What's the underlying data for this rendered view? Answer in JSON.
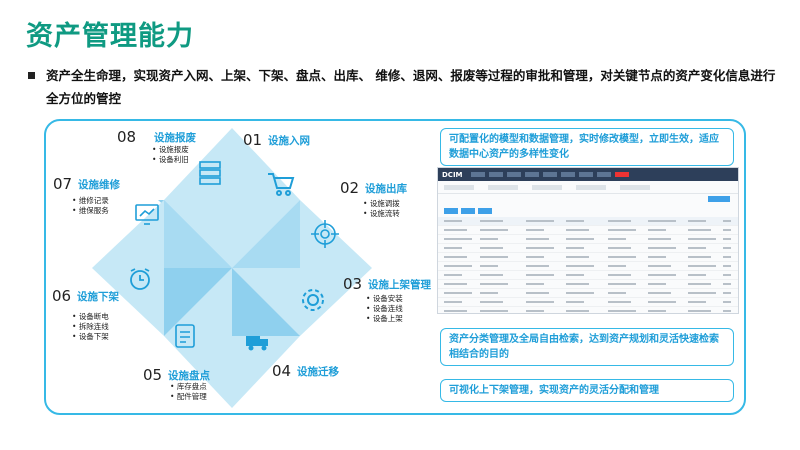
{
  "title": "资产管理能力",
  "intro": "资产全生命理，实现资产入网、上架、下架、盘点、出库、 维修、退网、报废等过程的审批和管理，对关键节点的资产变化信息进行全方位的管控",
  "colors": {
    "title": "#0f9a82",
    "accent": "#1f9ed8",
    "border": "#36b9e6",
    "tri_light": "#c6e8f6",
    "tri_dark": "#8fd0ee"
  },
  "steps": [
    {
      "num": "01",
      "label": "设施入网",
      "items": [],
      "icon": "shopping-cart-icon"
    },
    {
      "num": "02",
      "label": "设施出库",
      "items": [
        "设施调拨",
        "设施流转"
      ],
      "icon": "target-icon"
    },
    {
      "num": "03",
      "label": "设施上架管理",
      "items": [
        "设备安装",
        "设备连线",
        "设备上架"
      ],
      "icon": "gear-icon"
    },
    {
      "num": "04",
      "label": "设施迁移",
      "items": [],
      "icon": "truck-icon"
    },
    {
      "num": "05",
      "label": "设施盘点",
      "items": [
        "库存盘点",
        "配件管理"
      ],
      "icon": "clipboard-icon"
    },
    {
      "num": "06",
      "label": "设施下架",
      "items": [
        "设备断电",
        "拆除连线",
        "设备下架"
      ],
      "icon": "alarm-clock-icon"
    },
    {
      "num": "07",
      "label": "设施维修",
      "items": [
        "维修记录",
        "维保服务"
      ],
      "icon": "monitor-chart-icon"
    },
    {
      "num": "08",
      "label": "设施报废",
      "items": [
        "设施报废",
        "设备利旧"
      ],
      "icon": "server-icon"
    }
  ],
  "callouts": [
    "可配置化的模型和数据管理，实时修改模型，立即生效，适应数据中心资产的多样性变化",
    "资产分类管理及全局自由检索，达到资产规划和灵活快速检索相结合的目的",
    "可视化上下架管理，实现资产的灵活分配和管理"
  ],
  "screenshot": {
    "logo": "DCIM"
  }
}
